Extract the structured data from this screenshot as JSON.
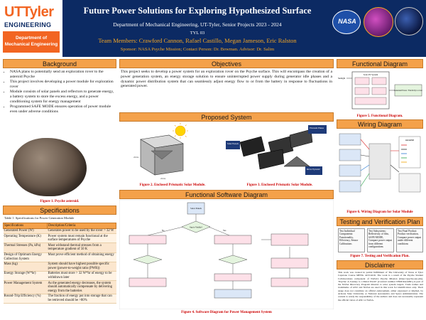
{
  "header": {
    "logo_brand": "UTTyler",
    "logo_engineering": "ENGINEERING",
    "logo_department": "Department of Mechanical Engineering",
    "title": "Future Power Solutions for Exploring Hypothesized Surface",
    "subtitle": "Department of Mechanical Engineering, UT-Tyler, Senior Projects 2023 - 2024",
    "team_id": "TYL 03",
    "members": "Team Members: Crawford Cannon, Rafael Castillo, Megan Jameson, Eric Ralston",
    "sponsor": "Sponsor: NASA Psyche Mission; Contact Person: Dr. Bowman. Advisor: Dr. Salim",
    "nasa_logo": "NASA"
  },
  "background": {
    "heading": "Background",
    "bullets": [
      "NASA plans to potentially send an exploration rover to the asteroid Psyche",
      "This project involves developing a power module for exploration rover",
      "Module consists of solar panels and reflectors to generate energy, a battery system to store the excess energy, and a power conditioning system for energy management",
      "Programmed SAFE MODE ensures operation of power module even under adverse conditions"
    ],
    "figure_caption": "Figure 1. Psyche asteroid."
  },
  "objectives": {
    "heading": "Objectives",
    "text": "This project seeks to develop a power system for an exploration rover on the Psyche surface. This will encompass the creation of a power generation system, an energy storage solution to ensure uninterrupted power supply during generator idle phases and a dynamic power distribution system that can seamlessly adjust energy flow to or from the battery in response to fluctuations in generated power."
  },
  "proposed": {
    "heading": "Proposed System",
    "fig2_caption": "Figure 2. Enclosed Prismatic Solar Module.",
    "fig3_caption": "Figure 3. Enclosed Prismatic Solar Module.",
    "dim_height": "24 in.",
    "dim_width": "24 in.",
    "label_solar": "Solar Panels",
    "label_prismatic": "Prismatic Plates",
    "label_mirror": "Mirror Pyramid"
  },
  "functional": {
    "heading": "Functional Diagram",
    "caption": "Figure 5. Functional Diagram.",
    "sunlight": "Sunlight",
    "module_title": "Solar PV System",
    "output": "Generated Power / Electricity to rover"
  },
  "wiring": {
    "heading": "Wiring Diagram",
    "caption": "Figure 6. Wiring Diagram for Solar Module",
    "legend_title": "LEGEND"
  },
  "specifications": {
    "heading": "Specifications",
    "table_caption": "Table 1. Specifications for Power Generation Module",
    "columns": [
      "Specifications",
      "Description/Criteria"
    ],
    "rows": [
      [
        "Generated Power (W)",
        "Generates power to be used by the rover > 32 W"
      ],
      [
        "Operating Temperature (K)",
        "Power system must remain functional at the surface temperatures of Psyche"
      ],
      [
        "Thermal Stresses (Pa, kPa)",
        "Must withstand thermal stresses from a temperature gradient of 50 K"
      ],
      [
        "Design of Optimum Energy Collection System",
        "Must prove efficient method of obtaining energy"
      ],
      [
        "Mass (kg)",
        "System should have highest possible specific power (power-to-weight ratio (PWR))"
      ],
      [
        "Energy Storage (W*hr)",
        "Batteries must store > 32 W*hr of energy to be withdrawn later"
      ],
      [
        "Power Management System",
        "As the generated energy decreases, the system should automatically compensate by delivering energy from the batteries"
      ],
      [
        "Round-Trip Efficiency (%)",
        "The fraction of energy put into storage that can be retrieved should be >80%"
      ]
    ]
  },
  "software": {
    "heading": "Functional Software Diagram",
    "caption": "Figure 4. Software Diagram for Power Management System",
    "start": "Solar Panels",
    "decision1": "Sun is Visible?",
    "no_label": "No",
    "yes_label": "Yes"
  },
  "testing": {
    "heading": "Testing and Verification Plan",
    "caption": "Figure 7. Testing and Verification Plan.",
    "boxes": [
      "Test Individual Components: Functionality, Efficiency, Sensor Calibrations",
      "Test Subsystems: Reflectivity of film, SAFE MODE, Compare power output from different configurations",
      "Test Final Product: Product verification, Compare power output under different conditions"
    ]
  },
  "disclaimer": {
    "heading": "Disclaimer",
    "text": "This work was created in partial fulfillment of The University of Texas at Tyler Capstone Course MENG 4215/4216. The work is a result of the Psyche Student Collaborations component of NASA's Psyche Mission (https://psyche.asu.edu). \"Psyche: A Journey to a Metal World\" [Contract number NNM16AA09C] is part of the NASA Discovery Program mission to solar system targets. Trade names and trademarks of ASU and NASA are used in this work for identification only. Their usage does not constitute an official endorsement, either expressed or implied, by Arizona State University or National Aeronautics and Space Administration. The content is solely the responsibility of the authors and does not necessarily represent the official views of ASU or NASA."
  },
  "colors": {
    "header_bg": "#0c2a63",
    "accent_orange": "#f4a14a",
    "caption_red": "#cc0000",
    "title_gold": "#f5a623"
  }
}
